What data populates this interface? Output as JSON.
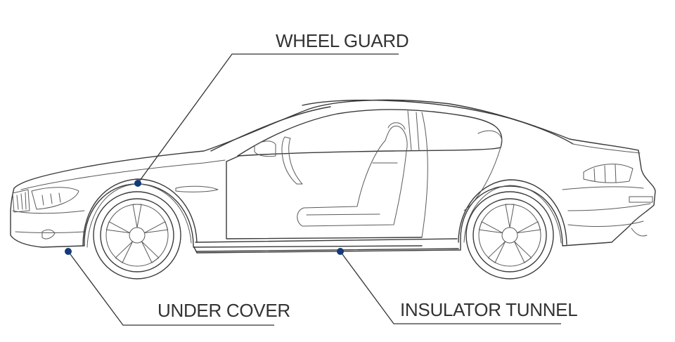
{
  "callouts": {
    "wheel_guard": "WHEEL GUARD",
    "under_cover": "UNDER COVER",
    "insulator_tunnel": "INSULATOR TUNNEL"
  },
  "colors": {
    "marker": "#123a7a",
    "line": "#333333",
    "background": "#ffffff"
  }
}
